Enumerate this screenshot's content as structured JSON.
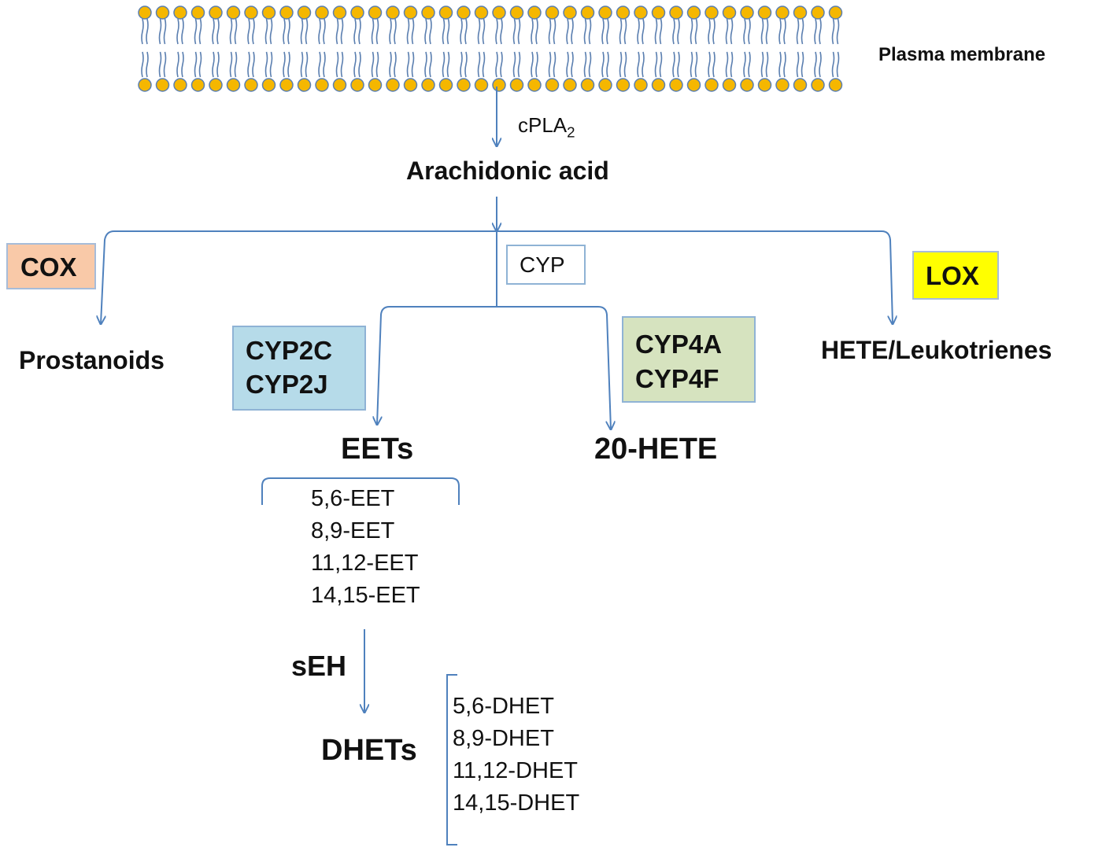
{
  "membrane": {
    "label": "Plasma membrane"
  },
  "cpla2": {
    "base": "cPLA",
    "subscript": "2"
  },
  "arachidonic": "Arachidonic acid",
  "cox": "COX",
  "cyp": "CYP",
  "lox": "LOX",
  "prostanoids": "Prostanoids",
  "hete_leuko": "HETE/Leukotrienes",
  "cyp2": {
    "line1": "CYP2C",
    "line2": "CYP2J"
  },
  "cyp4": {
    "line1": "CYP4A",
    "line2": "CYP4F"
  },
  "eets": "EETs",
  "hete20": "20-HETE",
  "eet_list": [
    "5,6-EET",
    "8,9-EET",
    "11,12-EET",
    "14,15-EET"
  ],
  "seh": "sEH",
  "dhets": "DHETs",
  "dhet_list": [
    "5,6-DHET",
    "8,9-DHET",
    "11,12-DHET",
    "14,15-DHET"
  ],
  "colors": {
    "arrow": "#4f81bd",
    "lipid_head": "#f5b700",
    "lipid_head_stroke": "#5b7fb0",
    "cox_fill": "#f9c9a8",
    "cox_border": "#a7bcd9",
    "lox_fill": "#ffff00",
    "lox_border": "#a7bcd9",
    "cyp2_fill": "#b6dbe9",
    "cyp2_border": "#8fb3d5",
    "cyp4_fill": "#d6e3bf",
    "cyp4_border": "#8fb3d5",
    "cyp_border": "#8fb3d5"
  }
}
